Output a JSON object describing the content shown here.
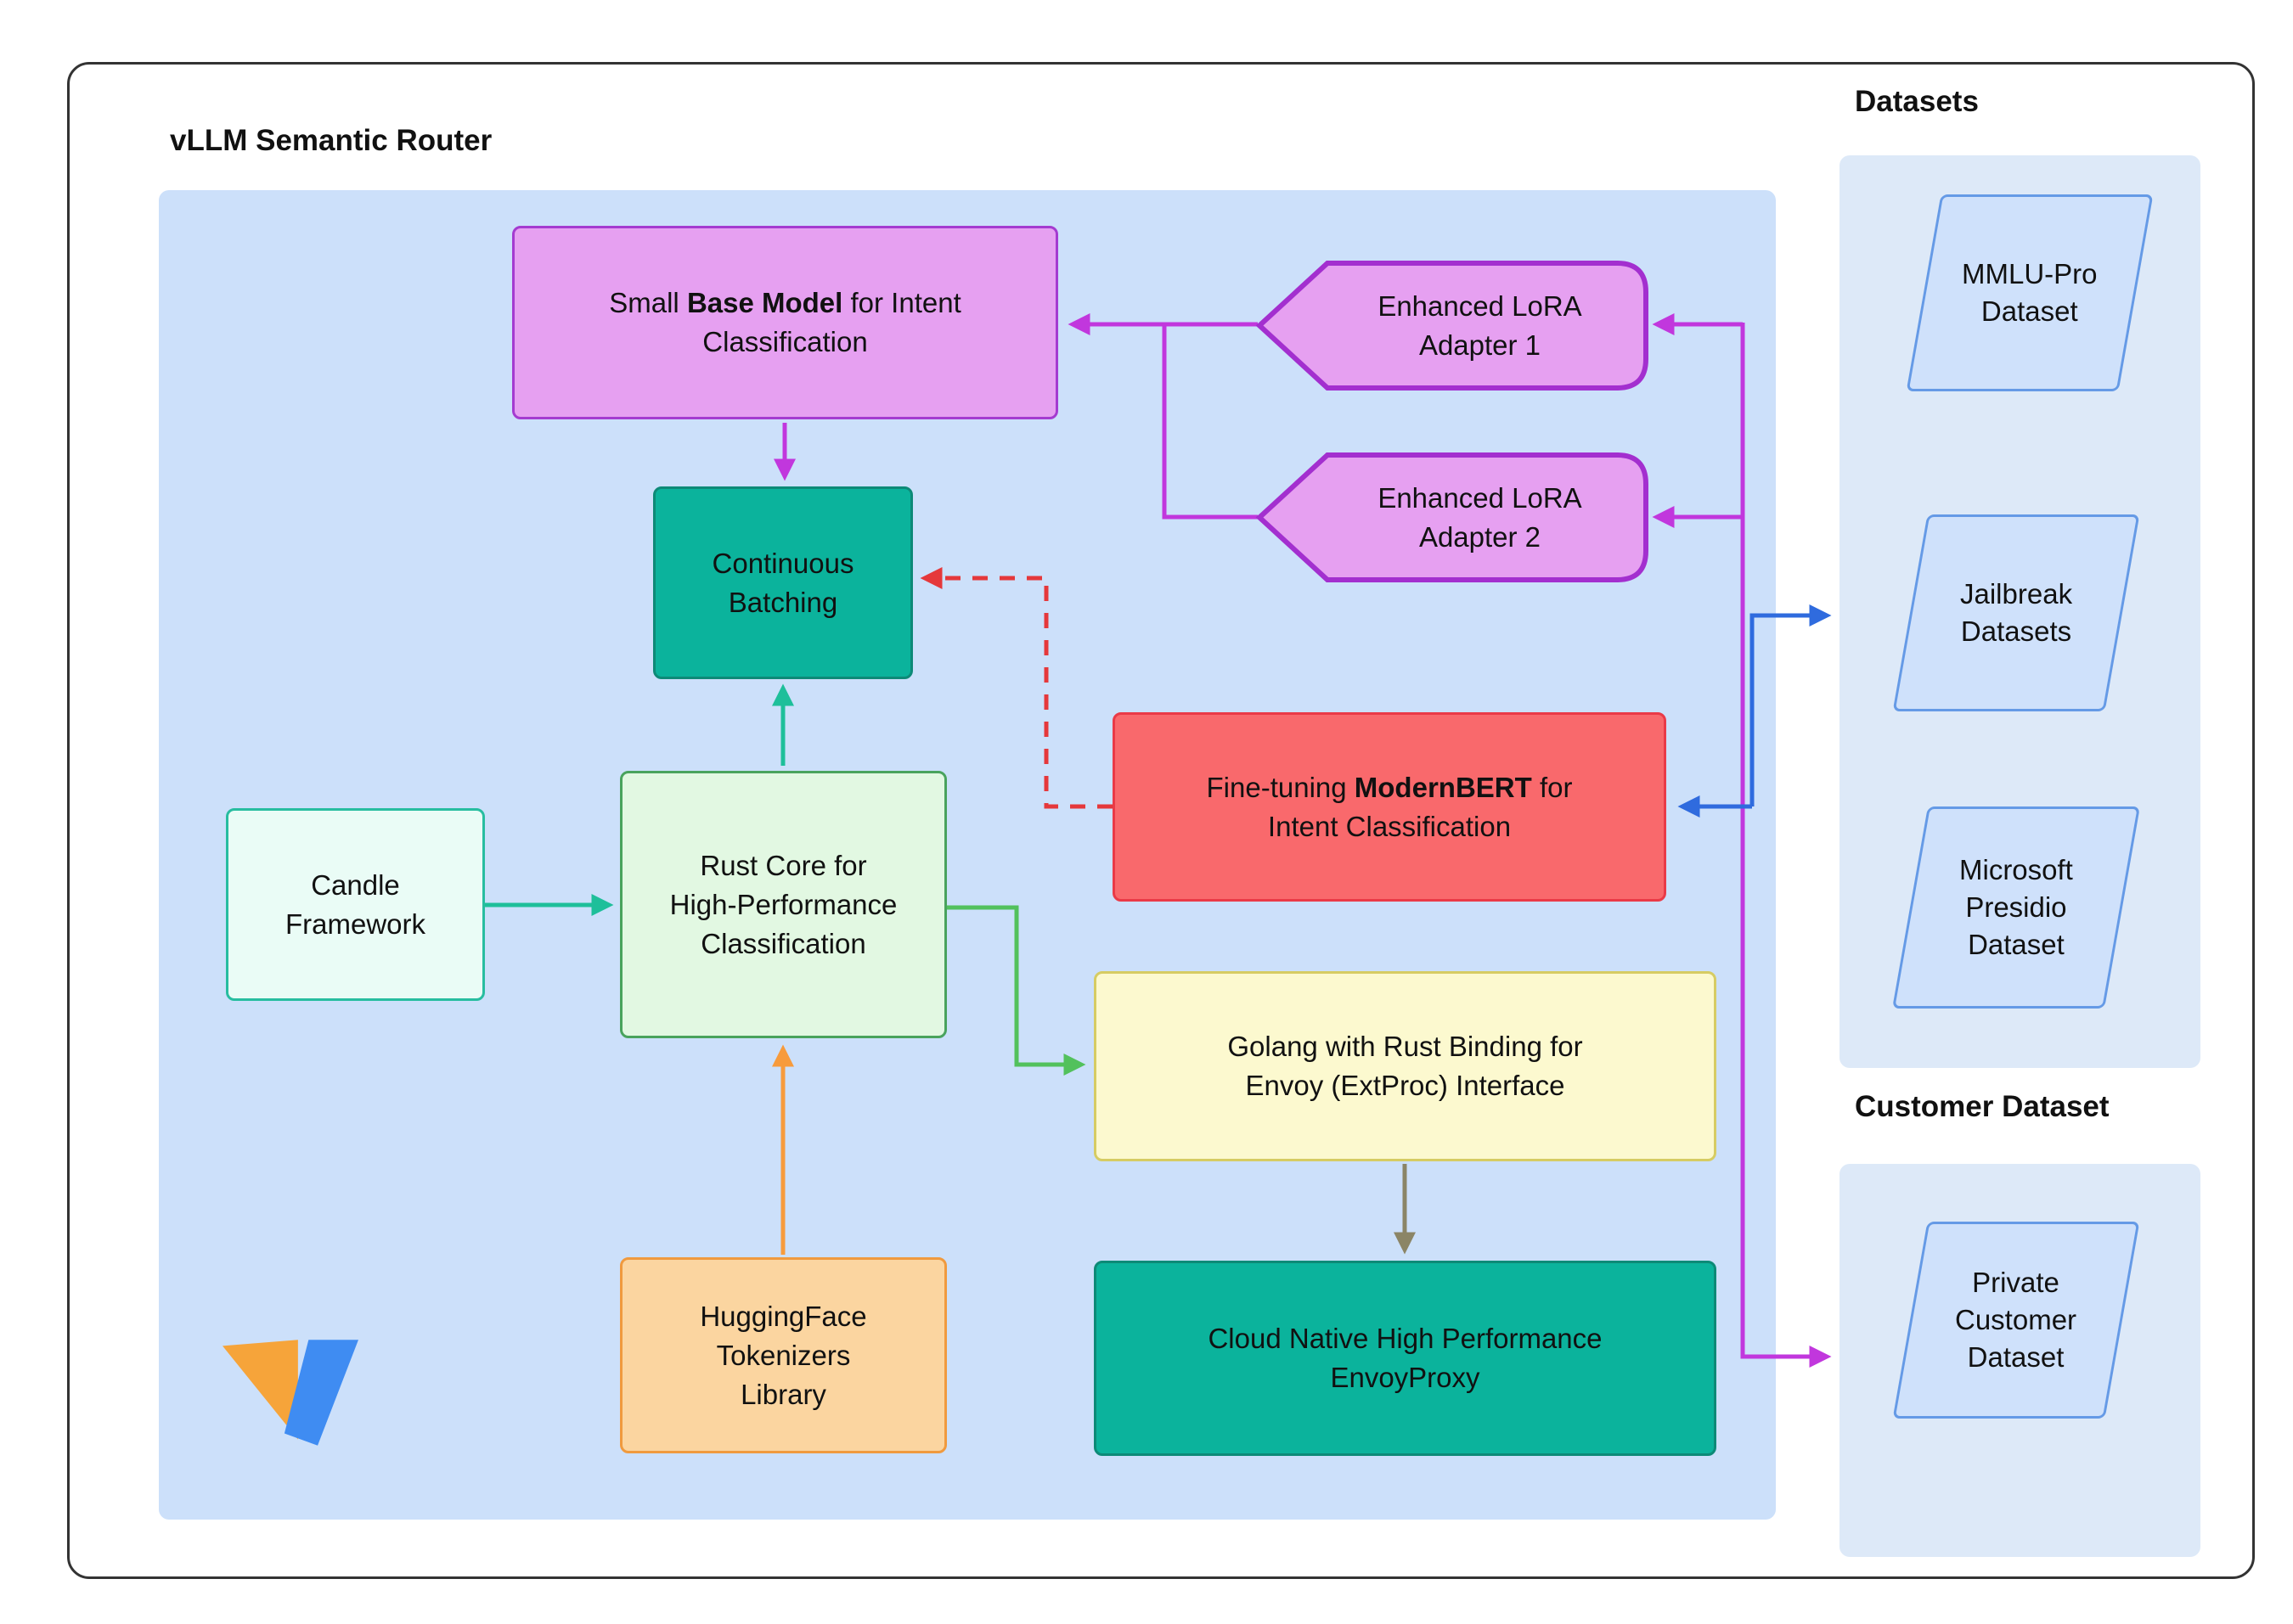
{
  "diagram": {
    "title": "vLLM Semantic Router",
    "nodes": {
      "base_model": {
        "line1": [
          "Small ",
          "Base Model",
          " for Intent"
        ],
        "line2": "Classification"
      },
      "lora_adapter_1": {
        "lines": [
          "Enhanced LoRA",
          "Adapter 1"
        ]
      },
      "lora_adapter_2": {
        "lines": [
          "Enhanced LoRA",
          "Adapter 2"
        ]
      },
      "continuous_batching": {
        "lines": [
          "Continuous",
          "Batching"
        ]
      },
      "modernbert": {
        "line1": [
          "Fine-tuning ",
          "ModernBERT",
          " for"
        ],
        "line2": "Intent Classification"
      },
      "candle": {
        "lines": [
          "Candle",
          "Framework"
        ]
      },
      "rust_core": {
        "lines": [
          "Rust Core for",
          "High-Performance",
          "Classification"
        ]
      },
      "golang": {
        "lines": [
          "Golang with Rust Binding for",
          "Envoy (ExtProc) Interface"
        ]
      },
      "huggingface": {
        "lines": [
          "HuggingFace",
          "Tokenizers",
          "Library"
        ]
      },
      "envoy": {
        "lines": [
          "Cloud Native High Performance",
          "EnvoyProxy"
        ]
      }
    },
    "datasets_panel": {
      "label": "Datasets",
      "items": [
        {
          "lines": [
            "MMLU-Pro",
            "Dataset"
          ]
        },
        {
          "lines": [
            "Jailbreak",
            "Datasets"
          ]
        },
        {
          "lines": [
            "Microsoft",
            "Presidio",
            "Dataset"
          ]
        }
      ]
    },
    "customer_panel": {
      "label": "Customer Dataset",
      "items": [
        {
          "lines": [
            "Private",
            "Customer",
            "Dataset"
          ]
        }
      ]
    },
    "colors": {
      "main_container_bg": "#cce0fa",
      "side_panel_bg": "#dde9f8",
      "dataset_fill": "#cfe1fb",
      "dataset_border": "#659ae6",
      "purple_fill": "#e6a0f1",
      "purple_border": "#a43bd0",
      "teal_fill": "#0bb39c",
      "teal_border": "#0d8a77",
      "red_fill": "#f9696c",
      "red_border": "#ea3a47",
      "mint_fill": "#eafcf6",
      "green_fill": "#e2f8e2",
      "yellow_fill": "#fcf9cf",
      "orange_fill": "#fbd5a0",
      "edge_magenta": "#c137dd",
      "edge_blue": "#2f6bde",
      "edge_red": "#e5383b",
      "edge_teal": "#1ebf9a",
      "edge_green": "#52c15c",
      "edge_orange": "#f79b3c",
      "edge_gray": "#8b8566"
    }
  }
}
